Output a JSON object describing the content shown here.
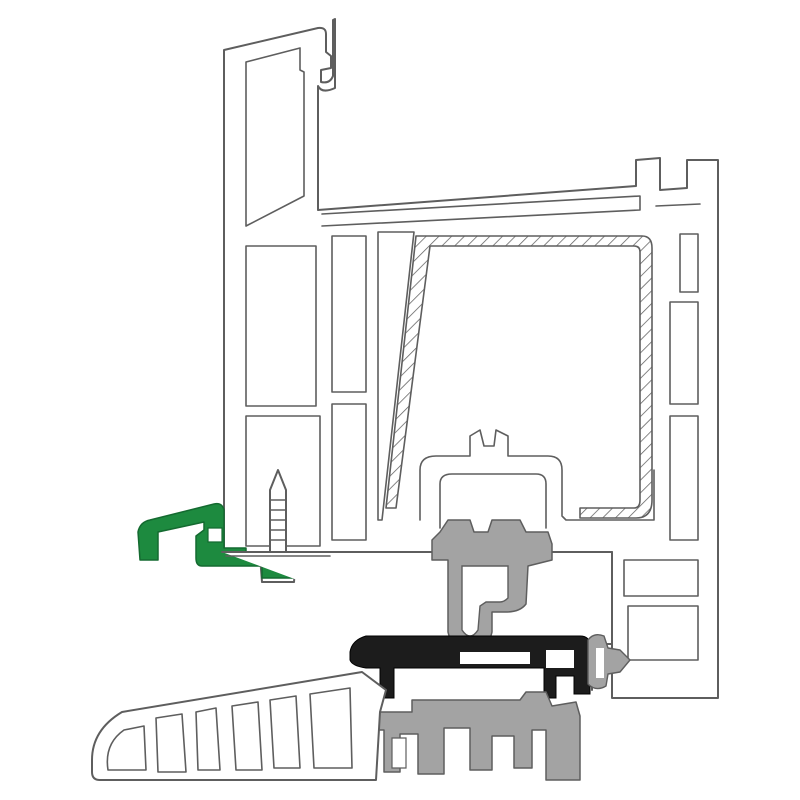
{
  "diagram": {
    "type": "window-profile-cross-section",
    "colors": {
      "background": "#ffffff",
      "outline": "#5e5e5e",
      "pvc_fill": "#ffffff",
      "glazing_bead_seal": "#1d8a3f",
      "threshold_gray": "#a3a3a3",
      "seal_black": "#1c1c1c",
      "steel_hatch": "#5e5e5e"
    },
    "components": [
      "sash-profile",
      "steel-reinforcement",
      "frame-profile",
      "green-seal",
      "screw",
      "gray-seal-clip",
      "black-seal",
      "gray-side-seal",
      "gray-threshold",
      "sill-profile"
    ]
  }
}
